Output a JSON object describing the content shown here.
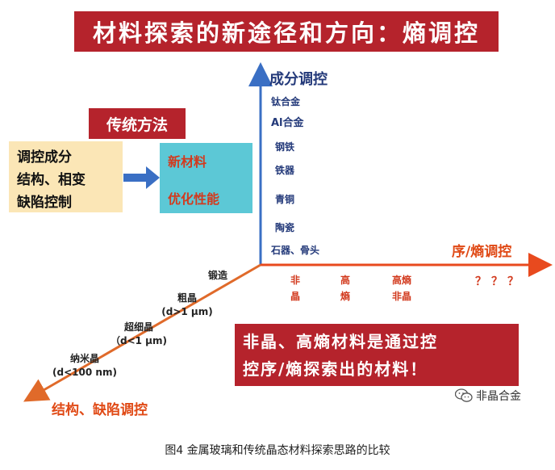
{
  "title": "材料探索的新途径和方向：熵调控",
  "traditional": {
    "label": "传统方法",
    "lines": [
      "调控成分",
      "结构、相变",
      "缺陷控制"
    ]
  },
  "new_material": {
    "line1": "新材料",
    "line2": "优化性能"
  },
  "y_axis": {
    "title": "成分调控",
    "items": [
      "钛合金",
      "Al合金",
      "钢铁",
      "铁器",
      "青铜",
      "陶瓷",
      "石器、骨头"
    ]
  },
  "x_axis": {
    "title": "序/熵调控",
    "items": [
      {
        "top": "非",
        "bottom": "晶"
      },
      {
        "top": "高",
        "bottom": "熵"
      },
      {
        "top": "高熵",
        "bottom": "非晶"
      }
    ],
    "unknown": "？？？"
  },
  "diag_axis": {
    "title": "结构、缺陷调控",
    "items": [
      {
        "top": "锻造",
        "bottom": ""
      },
      {
        "top": "粗晶",
        "bottom": "(d>1 μm)"
      },
      {
        "top": "超细晶",
        "bottom": "（d<1 μm)"
      },
      {
        "top": "纳米晶",
        "bottom": "(d<100 nm)"
      }
    ]
  },
  "conclusion": [
    "非晶、高熵材料是通过控",
    "控序/熵探索出的材料！"
  ],
  "watermark": "非晶合金",
  "caption": "图4 金属玻璃和传统晶态材料探索思路的比较",
  "colors": {
    "banner_red": "#b5232c",
    "axis_blue": "#3a6fc4",
    "axis_orange": "#e06a2a",
    "trad_box": "#fbe6b6",
    "new_box": "#5cc8d6"
  }
}
